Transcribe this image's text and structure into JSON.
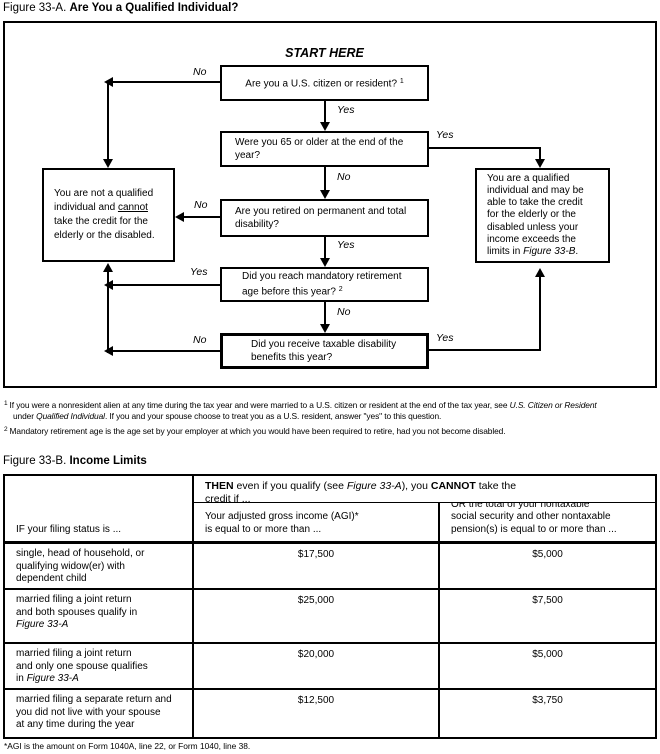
{
  "figure_a": {
    "label": "Figure 33-A.",
    "title": "Are You a Qualified Individual?",
    "start_here": "START HERE",
    "boxes": {
      "citizen": {
        "pre": "Are you a U.S. citizen or resident? ",
        "sup": "1"
      },
      "age65": "Were you 65 or older at the end of the\nyear?",
      "retired": "Are you retired on permanent and total\ndisability?",
      "mandatory": {
        "pre": "Did you reach mandatory retirement\nage before this year? ",
        "sup": "2"
      },
      "benefits": "Did you receive taxable disability\nbenefits this year?"
    },
    "not_qualified": {
      "s1": "You are not a qualified\nindividual and ",
      "s2": "cannot",
      "s3": "\ntake the credit for the\nelderly or the disabled."
    },
    "qualified": {
      "s1": "You are a qualified\nindividual and may be\nable to take the credit\nfor the elderly or the\ndisabled unless your\nincome exceeds the\nlimits in ",
      "s2": "Figure 33-B",
      "s3": "."
    },
    "labels": {
      "yes": "Yes",
      "no": "No"
    },
    "footnote1": {
      "sup": "1",
      "s1": "If you were a nonresident alien at any time during the tax year and were married to a U.S. citizen or resident at the end of the tax year, see ",
      "s2": "U.S. Citizen or Resident",
      "s3": "\nunder ",
      "s4": "Qualified Individual",
      "s5": ". If you and your spouse choose to treat you as a U.S. resident, answer \"yes\" to this question."
    },
    "footnote2": {
      "sup": "2",
      "text": "Mandatory retirement age is the age set by your employer at which you would have been required to retire, had you not become disabled."
    }
  },
  "figure_b": {
    "label": "Figure 33-B.",
    "title": "Income Limits",
    "table": {
      "if_header": "IF your filing status is ...",
      "then_header": {
        "b1": "THEN",
        "t1": " even if you qualify (see ",
        "i1": "Figure 33-A",
        "t2": "), you ",
        "b2": "CANNOT",
        "t3": " take the\ncredit if ..."
      },
      "agi_header": "Your adjusted gross income (AGI)*\nis equal to or more than ...",
      "pension_header": "OR the total of your nontaxable\nsocial security and other nontaxable\npension(s) is equal to or more than ...",
      "rows": [
        {
          "status": "single, head of household, or\nqualifying widow(er) with\ndependent child",
          "status_italic": "",
          "agi": "$17,500",
          "pension": "$5,000"
        },
        {
          "status": "married filing a joint return\nand both spouses qualify in\n",
          "status_italic": "Figure 33-A",
          "agi": "$25,000",
          "pension": "$7,500"
        },
        {
          "status": "married filing a joint return\nand only one spouse qualifies\nin ",
          "status_italic": "Figure 33-A",
          "agi": "$20,000",
          "pension": "$5,000"
        },
        {
          "status": "married filing a separate return and\nyou did not live with your spouse\nat any time during the year",
          "status_italic": "",
          "agi": "$12,500",
          "pension": "$3,750"
        }
      ],
      "footnote": "*AGI is the amount on Form 1040A, line 22, or Form 1040, line 38."
    }
  }
}
